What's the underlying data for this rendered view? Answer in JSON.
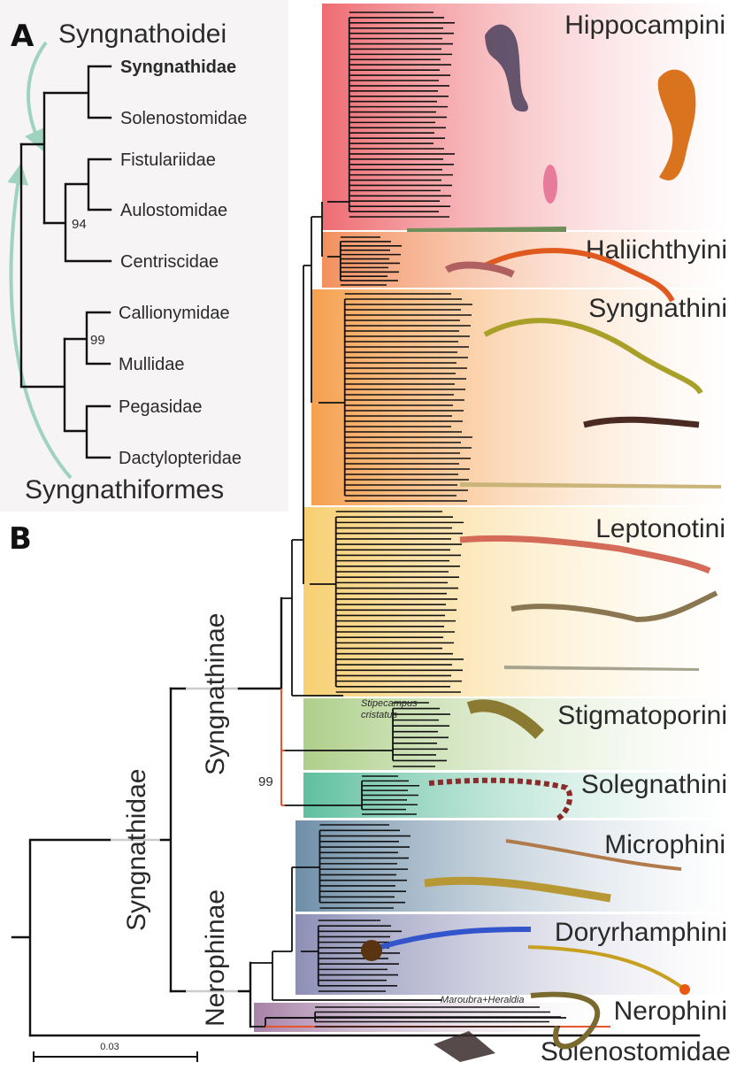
{
  "panel_a": {
    "letter": "A",
    "suborder_label": "Syngnathoidei",
    "order_label": "Syngnathiformes",
    "taxa": [
      "Syngnathidae",
      "Solenostomidae",
      "Fistulariidae",
      "Aulostomidae",
      "Centriscidae",
      "Callionymidae",
      "Mullidae",
      "Pegasidae",
      "Dactylopteridae"
    ],
    "highlight_taxon": "Syngnathidae",
    "support_values": [
      "94",
      "99"
    ],
    "background_color": "#f6f4f5",
    "arrow_color": "#9fd3c0"
  },
  "panel_b": {
    "letter": "B",
    "family_label": "Syngnathidae",
    "subfamilies": [
      "Syngnathinae",
      "Nerophinae"
    ],
    "support_value": "99",
    "scale_bar_label": "0.03",
    "outgroup_label": "Solenostomidae",
    "annotations": {
      "stipecampus": [
        "Stipecampus",
        "cristatus"
      ],
      "maroubra": "Maroubra+Heraldia"
    },
    "clades": [
      {
        "name": "Hippocampini",
        "color": "#ee6c72"
      },
      {
        "name": "Haliichthyini",
        "color": "#f2905e"
      },
      {
        "name": "Syngnathini",
        "color": "#f6a04e"
      },
      {
        "name": "Leptonotini",
        "color": "#f8cf72"
      },
      {
        "name": "Stigmatoporini",
        "color": "#aecf8a"
      },
      {
        "name": "Solegnathini",
        "color": "#5fbf9e"
      },
      {
        "name": "Microphini",
        "color": "#6f8fa8"
      },
      {
        "name": "Doryrhamphini",
        "color": "#8d8fb6"
      },
      {
        "name": "Nerophini",
        "color": "#a782a8"
      }
    ],
    "highlight_branch_color": "#e8542c",
    "alt_branch_color": "#7f95c8"
  }
}
